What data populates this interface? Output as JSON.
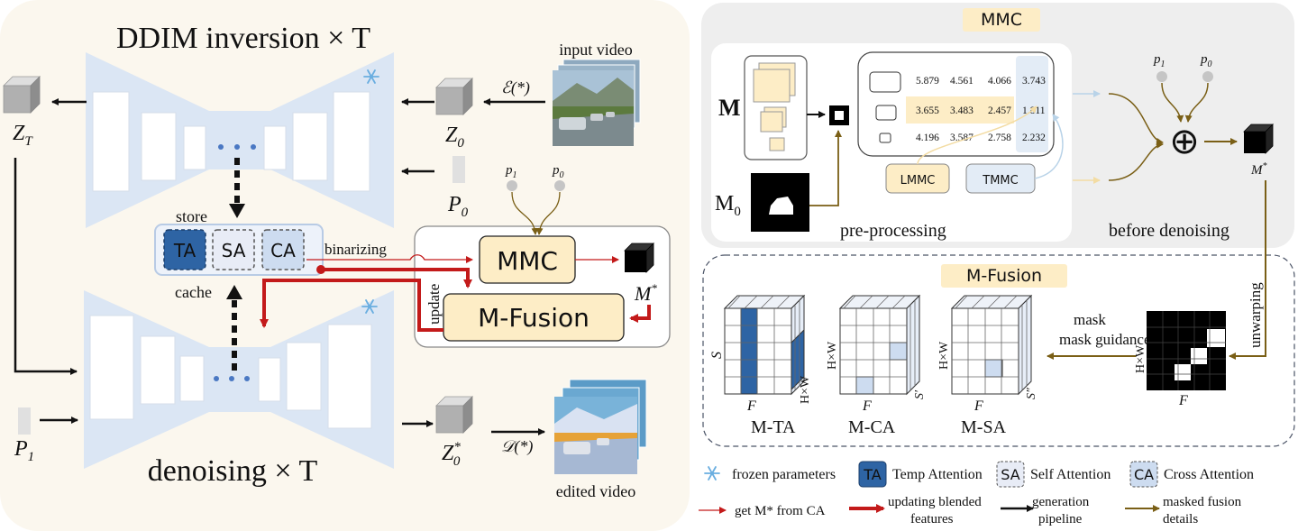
{
  "left_panel": {
    "inversion_title": "DDIM inversion × T",
    "denoising_title": "denoising × T",
    "input_video_label": "input video",
    "edited_video_label": "edited video",
    "encoder_label": "ℰ(*)",
    "decoder_label": "𝒟(*)",
    "zt_label": "Z",
    "zt_sub": "T",
    "z0_label": "Z",
    "z0_sub": "0",
    "z0star_label": "Z",
    "z0star_sub": "0",
    "z0star_sup": "*",
    "p0_label": "P",
    "p0_sub": "0",
    "p1_label": "P",
    "p1_sub": "1",
    "store_label": "store",
    "cache_label": "cache",
    "ta_label": "TA",
    "sa_label": "SA",
    "ca_label": "CA",
    "binarizing_label": "binarizing",
    "update_label": "update",
    "mmc_label": "MMC",
    "mfusion_label": "M-Fusion",
    "mstar_label": "M",
    "mstar_sup": "*",
    "small_p1": "p",
    "small_p1_sub": "1",
    "small_p0": "p",
    "small_p0_sub": "0"
  },
  "mmc_panel": {
    "title": "MMC",
    "m_label": "M",
    "m0_label": "M",
    "m0_sub": "0",
    "preprocessing_label": "pre-processing",
    "before_denoising_label": "before denoising",
    "lmmc_label": "LMMC",
    "tmmc_label": "TMMC",
    "p1": "p",
    "p1_sub": "1",
    "p0": "p",
    "p0_sub": "0",
    "mstar": "M",
    "mstar_sup": "*",
    "oplus": "⊕",
    "table": [
      [
        "5.879",
        "4.561",
        "4.066",
        "3.743"
      ],
      [
        "3.655",
        "3.483",
        "2.457",
        "1.811"
      ],
      [
        "4.196",
        "3.587",
        "2.758",
        "2.232"
      ]
    ]
  },
  "mfusion_panel": {
    "title": "M-Fusion",
    "mta_label": "M-TA",
    "mca_label": "M-CA",
    "msa_label": "M-SA",
    "mask_guidance_label": "mask guidance",
    "unwarping_label": "unwarping",
    "f_label": "F",
    "s_label": "S",
    "s_prime_label": "S′",
    "s_dprime_label": "S″",
    "hxw_label": "H×W"
  },
  "legend": {
    "frozen": "frozen  parameters",
    "ta_short": "TA",
    "ta": "Temp Attention",
    "sa_short": "SA",
    "sa": "Self Attention",
    "ca_short": "CA",
    "ca": "Cross Attention",
    "get_mstar": "get M* from CA",
    "updating_1": "updating blended",
    "updating_2": "features",
    "generation_1": "generation",
    "generation_2": "pipeline",
    "masked_1": "masked fusion",
    "masked_2": "details"
  },
  "colors": {
    "left_bg": "#fbf7ee",
    "unet_blue": "#dbe6f4",
    "mmc_bg": "#eeeeee",
    "box_yellow": "#fdedc6",
    "ta_blue": "#2e64a4",
    "sa_light": "#e8ecf6",
    "ca_light": "#cddcf0",
    "red": "#c31a1a",
    "olive": "#7a5f16",
    "grey_dot": "#c5c5c5"
  }
}
